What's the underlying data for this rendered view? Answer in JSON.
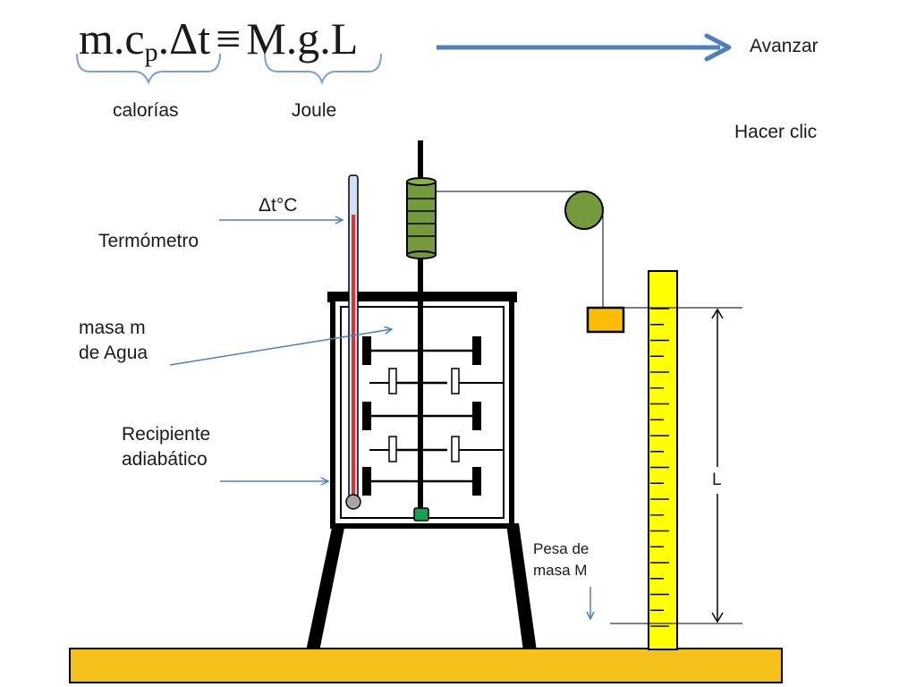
{
  "formula": {
    "m": "m.c",
    "sub": "p",
    "dt": ".Δt",
    "equiv": "≡",
    "rhs": "M.g.L"
  },
  "labels": {
    "calorias": "calorías",
    "joule": "Joule",
    "avanzar": "Avanzar",
    "hacer_clic": "Hacer clic",
    "delta_t": "Δt°C",
    "termometro": "Termómetro",
    "masa_agua_1": "masa m",
    "masa_agua_2": "de Agua",
    "recipiente_1": "Recipiente",
    "recipiente_2": "adiabático",
    "L": "L",
    "pesa_1": "Pesa de",
    "pesa_2": "masa M"
  },
  "colors": {
    "arrow_blue": "#4f7fbd",
    "base_yellow": "#f6c11a",
    "ruler_yellow": "#ffff00",
    "weight_orange": "#fbbd08",
    "pulley_green": "#759a3c",
    "thermo_red": "#e03030",
    "thermo_tube": "#cfe0f6"
  }
}
